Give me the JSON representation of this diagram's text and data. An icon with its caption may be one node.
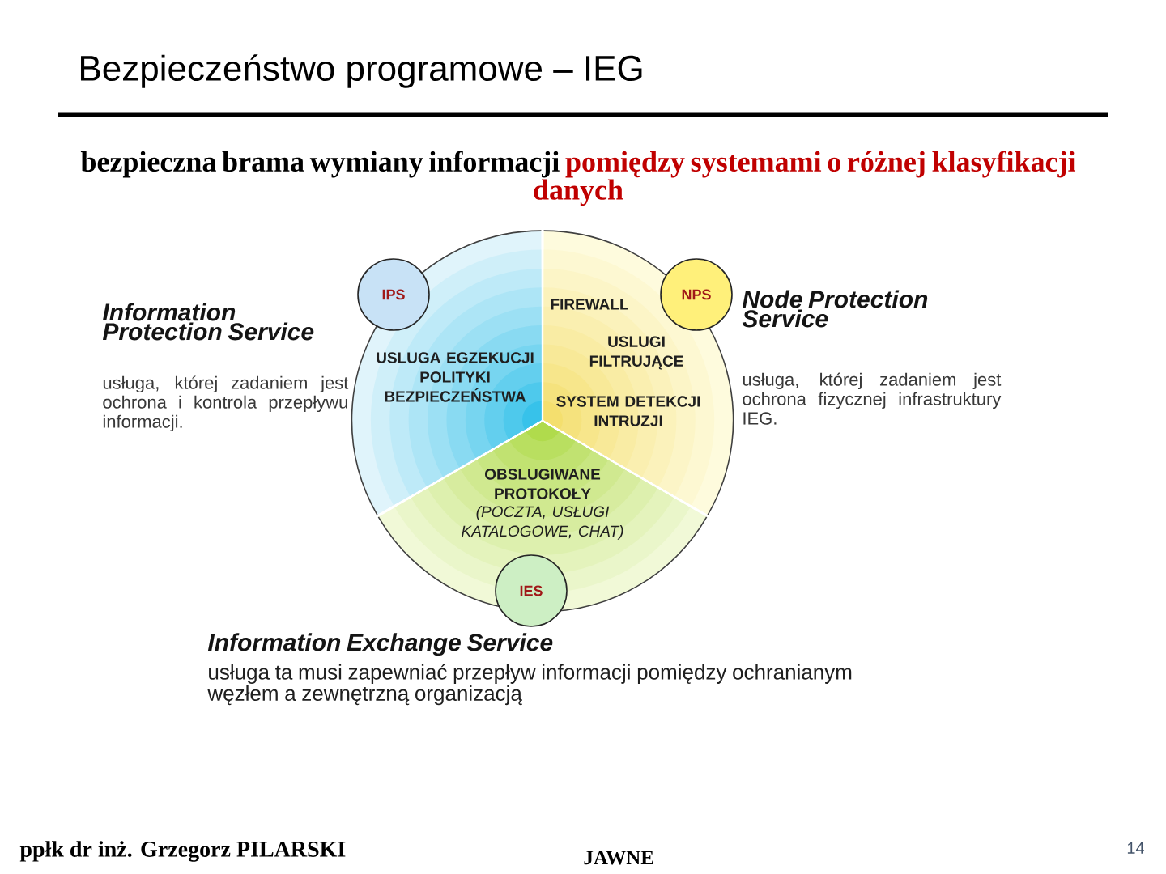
{
  "diagram": {
    "title": "Bezpieczeństwo programowe – IEG",
    "nodes": [
      {
        "text": [
          "IPS"
        ],
        "beside": [
          "Information Protection Service"
        ]
      },
      {
        "text": [
          "NPS"
        ],
        "beside": [
          "Node Protection Service"
        ]
      },
      {
        "text": [
          "USLUGA EGZEKUCJI POLITYKI BEZPIECZEŃSTWA"
        ]
      },
      {
        "text": [
          "FIREWALL",
          "USLUGI FILTRUJĄCE",
          "SYSTEM DETEKCJI INTRUZJI"
        ]
      },
      {
        "text": [
          "OBSLUGIWANE PROTOKOŁY",
          "(POCZTA, USŁUGI KATALOGOWE, CHAT)"
        ]
      },
      {
        "text": [
          "IES"
        ],
        "beside": [
          "Information Exchange Service",
          "usługa ta musi zapewniać przepływ informacji pomiędzy ochranianym węzłem a zewnętrzną organizacją"
        ]
      }
    ],
    "labels": [
      "bezpieczna brama wymiany informacji",
      "pomiędzy systemami o różnej klasyfikacji danych",
      "usługa, której zadaniem jest ochrona i kontrola przepływu informacji.",
      "usługa, której zadaniem jest ochrona fizycznej infrastruktury IEG.",
      "ppłk dr inż. Grzegorz PILARSKI",
      "JAWNE",
      "14"
    ]
  }
}
